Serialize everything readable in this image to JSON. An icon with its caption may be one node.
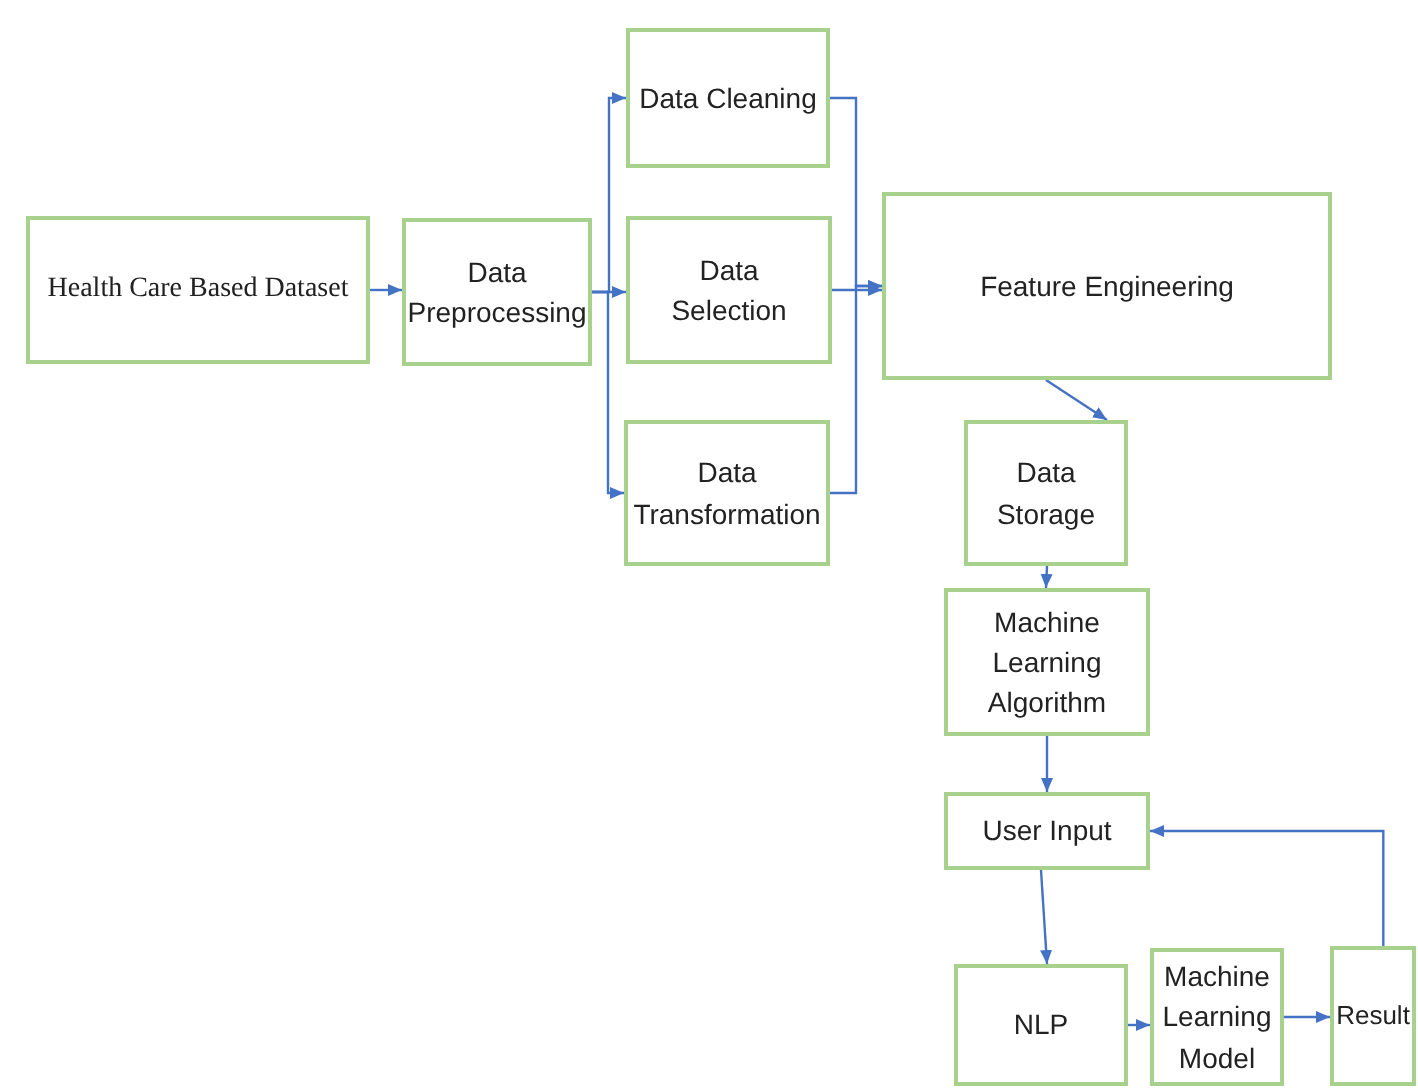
{
  "diagram": {
    "nodes": [
      {
        "text": [
          "Health Care Based Dataset"
        ]
      },
      {
        "text": [
          "Data Preprocessing"
        ]
      },
      {
        "text": [
          "Data Cleaning"
        ]
      },
      {
        "text": [
          "Data Selection"
        ]
      },
      {
        "text": [
          "Data Transformation"
        ]
      },
      {
        "text": [
          "Feature Engineering"
        ]
      },
      {
        "text": [
          "Data Storage"
        ]
      },
      {
        "text": [
          "Machine Learning Algorithm"
        ]
      },
      {
        "text": [
          "User Input"
        ]
      },
      {
        "text": [
          "NLP"
        ]
      },
      {
        "text": [
          "Machine Learning Model"
        ]
      },
      {
        "text": [
          "Result"
        ]
      }
    ],
    "edges": [
      {
        "from": 0,
        "to": 1,
        "arrow": "to"
      },
      {
        "from": 1,
        "to": 2,
        "arrow": "to"
      },
      {
        "from": 1,
        "to": 3,
        "arrow": "to"
      },
      {
        "from": 1,
        "to": 4,
        "arrow": "to"
      },
      {
        "from": 2,
        "to": 5,
        "arrow": "to"
      },
      {
        "from": 3,
        "to": 5,
        "arrow": "to"
      },
      {
        "from": 4,
        "to": 5,
        "arrow": "to"
      },
      {
        "from": 5,
        "to": 6,
        "arrow": "to"
      },
      {
        "from": 6,
        "to": 7,
        "arrow": "to"
      },
      {
        "from": 7,
        "to": 8,
        "arrow": "to"
      },
      {
        "from": 8,
        "to": 9,
        "arrow": "to"
      },
      {
        "from": 9,
        "to": 10,
        "arrow": "to"
      },
      {
        "from": 10,
        "to": 11,
        "arrow": "to"
      },
      {
        "from": 11,
        "to": 8,
        "arrow": "to"
      }
    ]
  }
}
